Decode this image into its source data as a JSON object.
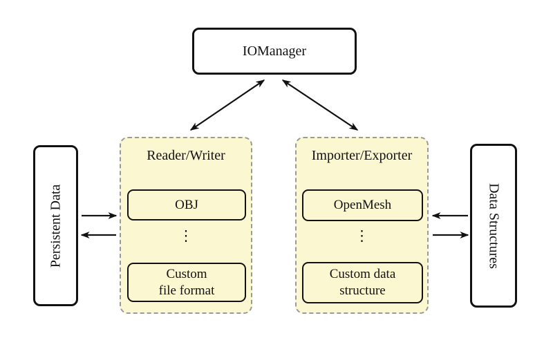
{
  "io_manager": {
    "label": "IOManager"
  },
  "reader_writer": {
    "label": "Reader/Writer",
    "items": [
      "OBJ",
      "Custom\nfile format"
    ],
    "dots": "⋮"
  },
  "importer_exporter": {
    "label": "Importer/Exporter",
    "items": [
      "OpenMesh",
      "Custom data\nstructure"
    ],
    "dots": "⋮"
  },
  "persistent_data": {
    "label": "Persistent Data"
  },
  "data_structures": {
    "label": "Data Structures"
  },
  "edges": [
    {
      "from": "io-manager",
      "to": "reader-writer",
      "bidirectional": true
    },
    {
      "from": "io-manager",
      "to": "importer-exporter",
      "bidirectional": true
    },
    {
      "from": "persistent-data",
      "to": "reader-writer",
      "bidirectional": false
    },
    {
      "from": "reader-writer",
      "to": "persistent-data",
      "bidirectional": false
    },
    {
      "from": "data-structures",
      "to": "importer-exporter",
      "bidirectional": false
    },
    {
      "from": "importer-exporter",
      "to": "data-structures",
      "bidirectional": false
    }
  ],
  "colors": {
    "container_fill": "#fbf7d0",
    "container_border": "#999999",
    "node_fill": "#ffffff",
    "line": "#111111"
  }
}
